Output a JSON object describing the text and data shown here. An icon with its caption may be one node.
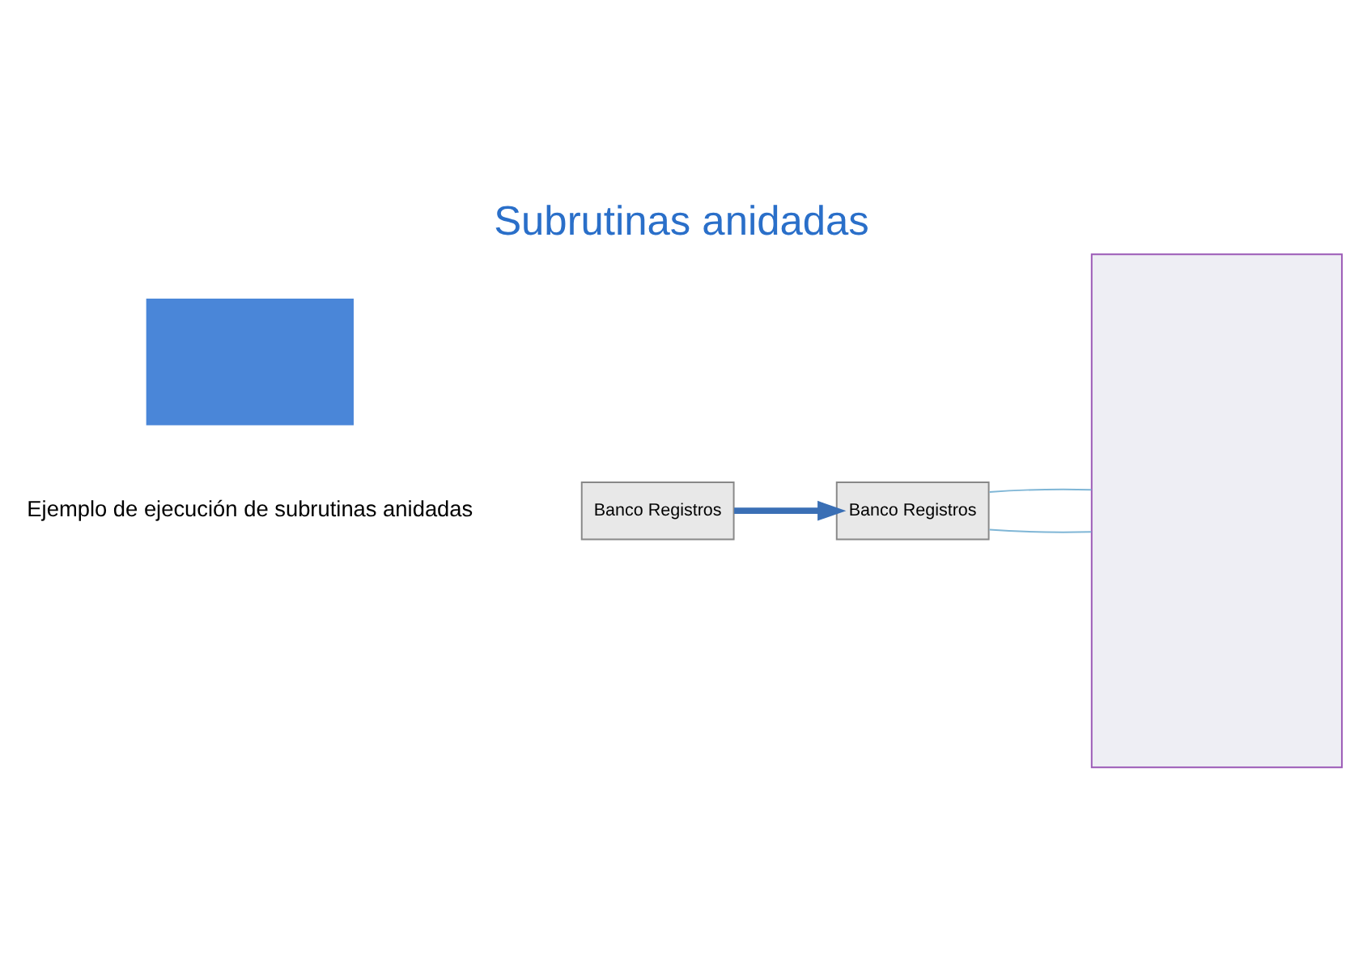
{
  "diagram": {
    "title": "Subrutinas anidadas",
    "nodes": [
      {
        "text": [
          "Banco Registros"
        ]
      },
      {
        "text": [
          "Banco Registros"
        ]
      },
      {
        "text": [],
        "shape": "box"
      },
      {
        "text": [],
        "shape": "box"
      }
    ],
    "edges": [
      {
        "from": 0,
        "to": 1,
        "arrow": "to",
        "style": "thick"
      },
      {
        "from": 1,
        "to": 2,
        "arrow": "none",
        "color": "#7fb6d6"
      },
      {
        "from": 1,
        "to": 2,
        "arrow": "none",
        "color": "#7fb6d6"
      }
    ],
    "labels": [
      "Ejemplo de ejecución de subrutinas anidadas"
    ]
  }
}
